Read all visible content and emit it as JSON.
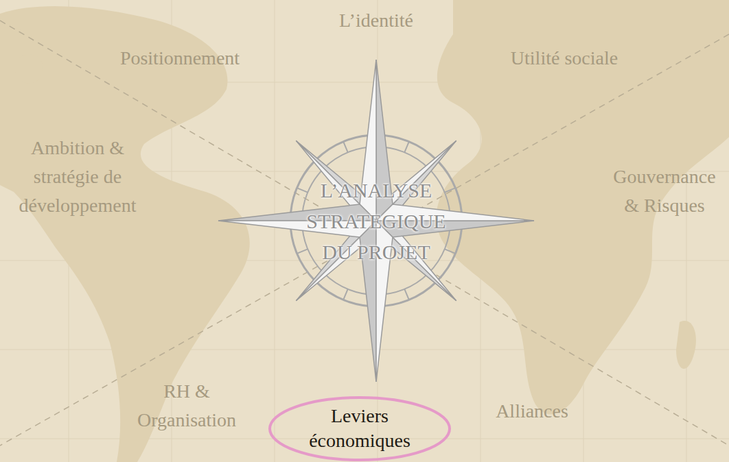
{
  "diagram": {
    "nodes": [
      {
        "text": [
          "L’ANALYSE STRATEGIQUE DU PROJET"
        ]
      },
      {
        "text": [
          "Leviers économiques"
        ]
      }
    ],
    "labels": [
      "L’identité",
      "Positionnement",
      "Utilité sociale",
      "Ambition & stratégie de développement",
      "Gouvernance & Risques",
      "RH & Organisation",
      "Alliances"
    ]
  }
}
